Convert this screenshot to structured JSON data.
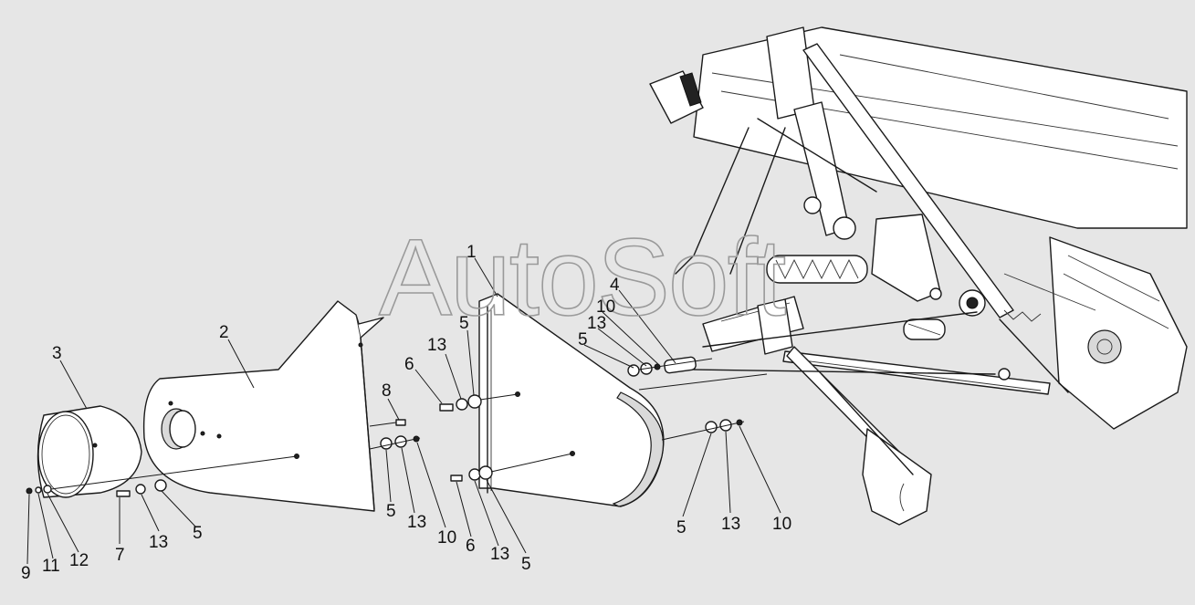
{
  "watermark": "AutoSoft",
  "callouts": [
    {
      "id": "c1",
      "text": "1"
    },
    {
      "id": "c2",
      "text": "2"
    },
    {
      "id": "c3",
      "text": "3"
    },
    {
      "id": "c4",
      "text": "4"
    },
    {
      "id": "c5a",
      "text": "5"
    },
    {
      "id": "c5b",
      "text": "5"
    },
    {
      "id": "c5c",
      "text": "5"
    },
    {
      "id": "c5d",
      "text": "5"
    },
    {
      "id": "c5e",
      "text": "5"
    },
    {
      "id": "c5f",
      "text": "5"
    },
    {
      "id": "c6a",
      "text": "6"
    },
    {
      "id": "c6b",
      "text": "6"
    },
    {
      "id": "c7",
      "text": "7"
    },
    {
      "id": "c8",
      "text": "8"
    },
    {
      "id": "c9",
      "text": "9"
    },
    {
      "id": "c10a",
      "text": "10"
    },
    {
      "id": "c10b",
      "text": "10"
    },
    {
      "id": "c10c",
      "text": "10"
    },
    {
      "id": "c11",
      "text": "11"
    },
    {
      "id": "c12",
      "text": "12"
    },
    {
      "id": "c13a",
      "text": "13"
    },
    {
      "id": "c13b",
      "text": "13"
    },
    {
      "id": "c13c",
      "text": "13"
    },
    {
      "id": "c13d",
      "text": "13"
    },
    {
      "id": "c13e",
      "text": "13"
    },
    {
      "id": "c13f",
      "text": "13"
    }
  ],
  "colors": {
    "background": "#e6e6e6",
    "line": "#1a1a1a",
    "watermark": "#9a9a9a"
  }
}
